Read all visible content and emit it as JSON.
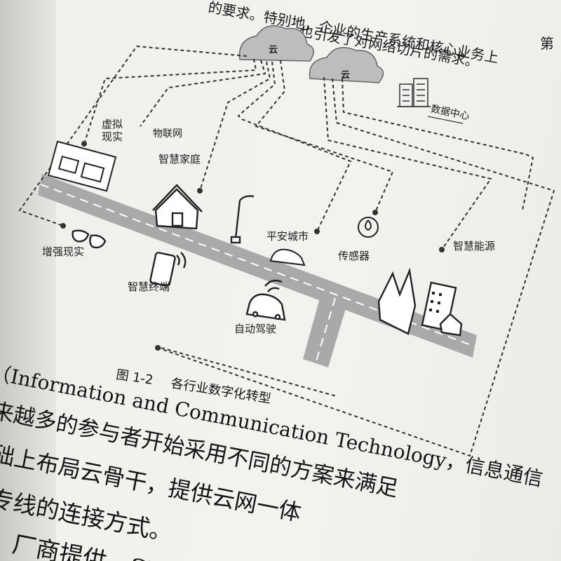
{
  "header_text": {
    "line1": "的要求。特别地，企业的生产系统和核心业务上",
    "line2": "也引发了对网络切片的需求。",
    "corner": "第"
  },
  "diagram": {
    "cloud_left": "云",
    "cloud_right": "云",
    "datacenter": "数据中心",
    "labels": {
      "vr": "虚拟现实",
      "iot": "物联网",
      "smarthome": "智慧家庭",
      "safecity": "平安城市",
      "sensor": "传感器",
      "energy": "智慧能源",
      "ar": "增强现实",
      "terminal": "智慧终端",
      "autodrive": "自动驾驶"
    }
  },
  "caption": {
    "figure_no": "图 1-2",
    "title": "各行业数字化转型"
  },
  "body_text": {
    "line1": "（Information and Communication Technology，信息通信",
    "line2": "来越多的参与者开始采用不同的方案来满足",
    "line3": "础上布局云骨干，提供云网一体",
    "line4": "专线的连接方式。",
    "line5": "）厂商提供。SD"
  }
}
